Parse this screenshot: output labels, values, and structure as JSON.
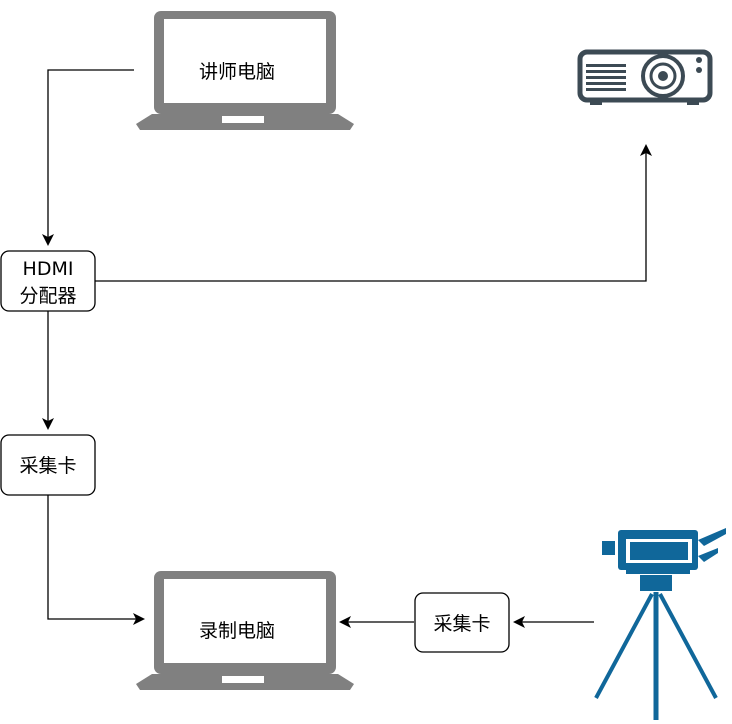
{
  "nodes": {
    "instructor_pc": {
      "label": "讲师电脑",
      "icon": "laptop-icon"
    },
    "projector": {
      "icon": "projector-icon"
    },
    "hdmi_splitter": {
      "line1": "HDMI",
      "line2": "分配器"
    },
    "capture_card_left": {
      "label": "采集卡"
    },
    "recording_pc": {
      "label": "录制电脑",
      "icon": "laptop-icon"
    },
    "capture_card_right": {
      "label": "采集卡"
    },
    "camera": {
      "icon": "video-camera-tripod-icon"
    }
  },
  "edges": [
    {
      "from": "instructor_pc",
      "to": "hdmi_splitter"
    },
    {
      "from": "hdmi_splitter",
      "to": "projector"
    },
    {
      "from": "hdmi_splitter",
      "to": "capture_card_left"
    },
    {
      "from": "capture_card_left",
      "to": "recording_pc"
    },
    {
      "from": "capture_card_right",
      "to": "recording_pc"
    },
    {
      "from": "camera",
      "to": "capture_card_right"
    }
  ],
  "colors": {
    "laptop": "#808080",
    "projector": "#3c4a54",
    "camera": "#10679a",
    "line": "#000000"
  }
}
